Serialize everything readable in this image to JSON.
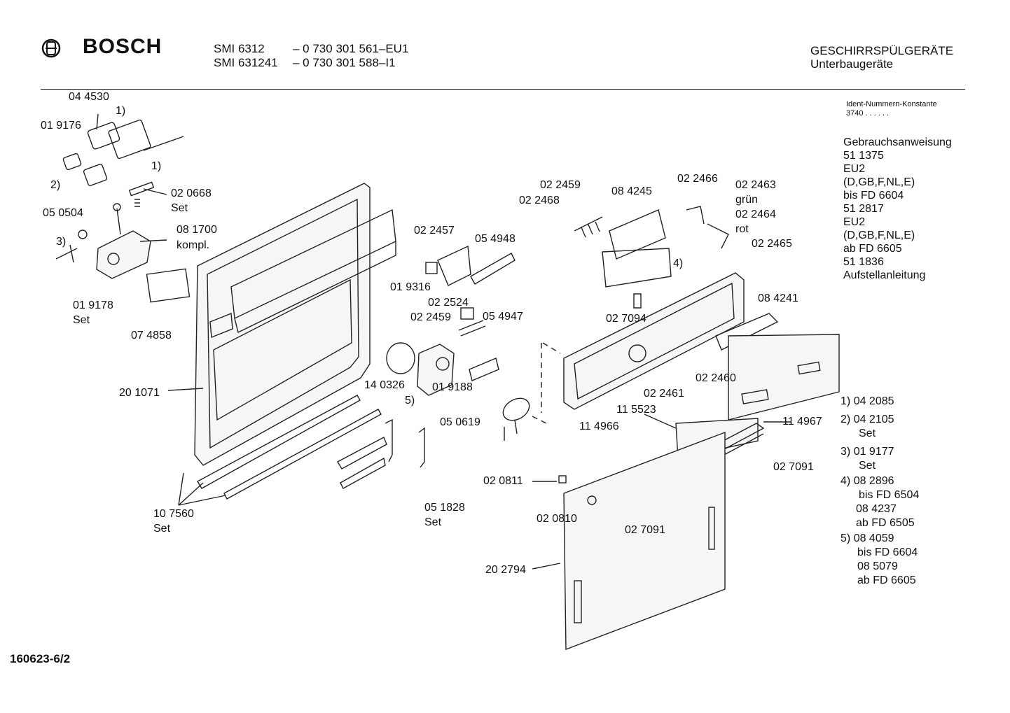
{
  "header": {
    "brand": "BOSCH",
    "logo_icon": "bosch-armature-logo-icon",
    "models": [
      {
        "model": "SMI 6312",
        "number": "– 0 730 301 561–EU1"
      },
      {
        "model": "SMI 631241",
        "number": "– 0 730 301 588–I1"
      }
    ],
    "category": "GESCHIRRSPÜLGERÄTE",
    "subcategory": "Unterbaugeräte"
  },
  "ident": {
    "label": "Ident-Nummern-Konstante",
    "value": "3740 . .  . . . ."
  },
  "notes": [
    "Gebrauchsanweisung",
    "51 1375",
    "EU2",
    "(D,GB,F,NL,E)",
    "bis FD 6604",
    "51 2817",
    "EU2",
    "(D,GB,F,NL,E)",
    "ab FD 6605",
    "51 1836",
    "Aufstellanleitung"
  ],
  "legend": [
    {
      "key": "1)",
      "lines": [
        "04 2085"
      ]
    },
    {
      "key": "2)",
      "lines": [
        "04 2105",
        "Set"
      ]
    },
    {
      "key": "3)",
      "lines": [
        "01 9177",
        "Set"
      ]
    },
    {
      "key": "4)",
      "lines": [
        "08 2896",
        "bis FD 6504",
        "08 4237",
        "ab FD 6505"
      ]
    },
    {
      "key": "5)",
      "lines": [
        "08 4059",
        "bis FD 6604",
        "08 5079",
        "ab FD 6605"
      ]
    }
  ],
  "callouts": {
    "c044530": "04 4530",
    "c1a": "1)",
    "c019176": "01 9176",
    "c1b": "1)",
    "c2": "2)",
    "c020668": "02 0668",
    "cset1": "Set",
    "c050504": "05 0504",
    "c3": "3)",
    "c081700": "08 1700",
    "ckompl": "kompl.",
    "c019178": "01 9178",
    "cset2": "Set",
    "c074858": "07 4858",
    "c201071": "20 1071",
    "c107560": "10 7560",
    "cset3": "Set",
    "c022457": "02 2457",
    "c054948": "05 4948",
    "c019316": "01 9316",
    "c022524": "02 2524",
    "c022459b": "02 2459",
    "c054947": "05 4947",
    "c140326": "14 0326",
    "c5": "5)",
    "c019188": "01 9188",
    "c050619": "05 0619",
    "c051828": "05 1828",
    "cset4": "Set",
    "c022459": "02 2459",
    "c022468": "02 2468",
    "c084245": "08 4245",
    "c022466": "02 2466",
    "c022463": "02 2463",
    "cgruen": "grün",
    "c022464": "02 2464",
    "crot": "rot",
    "c022465": "02 2465",
    "c4": "4)",
    "c027094": "02 7094",
    "c084241": "08 4241",
    "c022461": "02 2461",
    "c022460": "02 2460",
    "c115523": "11 5523",
    "c114966": "11 4966",
    "c114967": "11 4967",
    "c027091a": "02 7091",
    "c020811": "02 0811",
    "c020810": "02 0810",
    "c027091b": "02 7091",
    "c202794": "20 2794"
  },
  "footer": {
    "drawing_number": "160623-6/2"
  }
}
